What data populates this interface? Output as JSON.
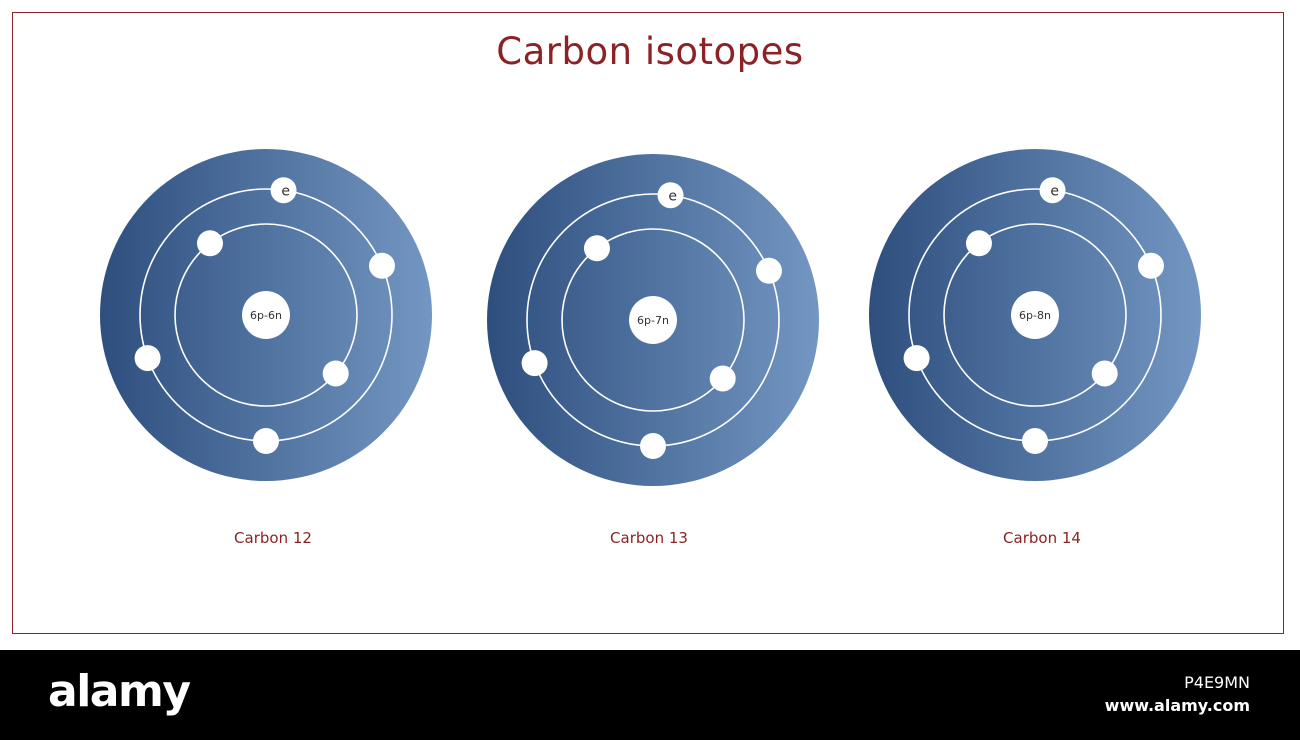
{
  "title": "Carbon isotopes",
  "colors": {
    "accent": "#8b2326",
    "atom_gradient_start": "#2e4f7e",
    "atom_gradient_end": "#7396c2",
    "particle": "#ffffff",
    "footer_bg": "#000000"
  },
  "atoms": [
    {
      "label": "Carbon 12",
      "nucleus": "6p-6n",
      "electron_symbol": "e",
      "electrons": 6
    },
    {
      "label": "Carbon 13",
      "nucleus": "6p-7n",
      "electron_symbol": "e",
      "electrons": 6
    },
    {
      "label": "Carbon 14",
      "nucleus": "6p-8n",
      "electron_symbol": "e",
      "electrons": 6
    }
  ],
  "watermark": {
    "text": "alamy",
    "image_id": "P4E9MN",
    "url": "www.alamy.com"
  }
}
